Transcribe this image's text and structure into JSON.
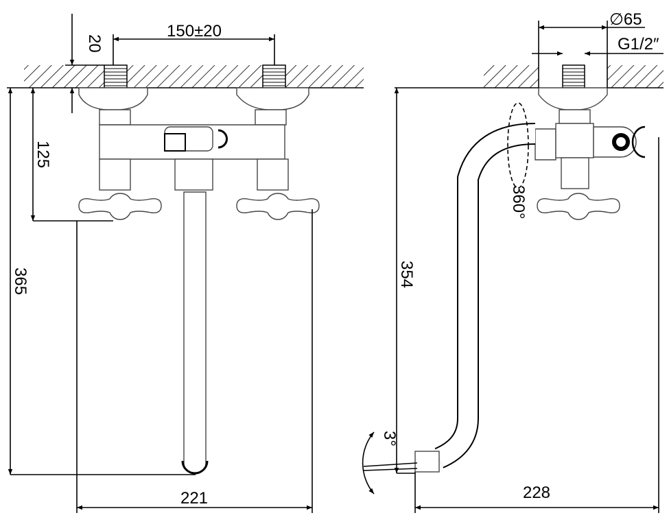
{
  "front_view": {
    "dim_wall_depth": "20",
    "dim_inlet_spacing": "150±20",
    "dim_handle_height": "125",
    "dim_total_height": "365",
    "dim_width": "221"
  },
  "side_view": {
    "dim_flange_diameter": "∅65",
    "dim_thread": "G1/2″",
    "dim_rotation": "360°",
    "dim_spout_height": "354",
    "dim_spout_angle": "3°",
    "dim_reach": "228"
  }
}
